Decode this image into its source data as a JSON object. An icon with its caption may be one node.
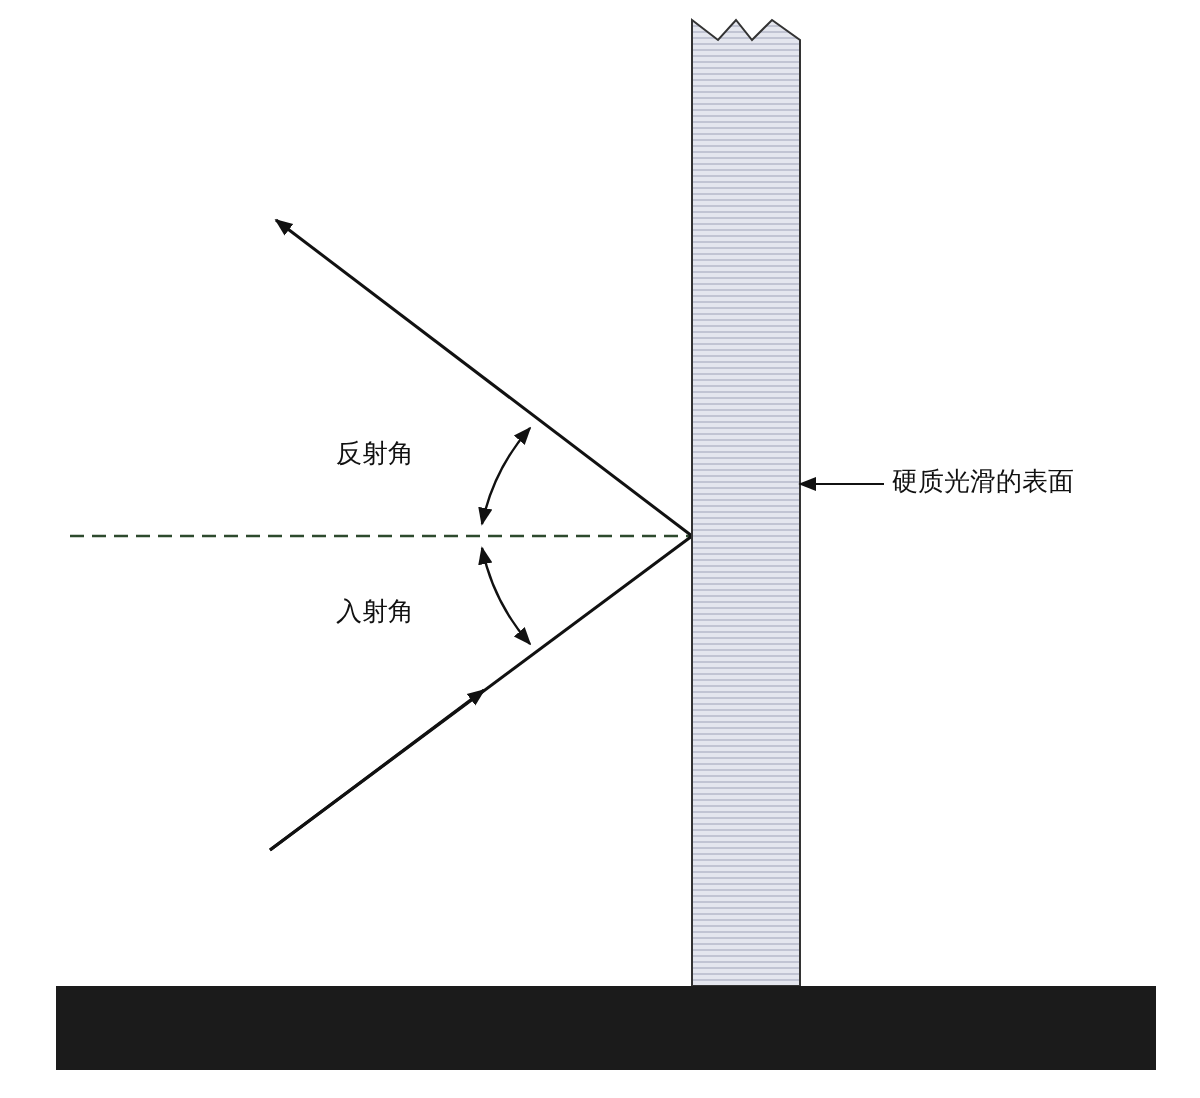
{
  "diagram": {
    "nodes": [
      {
        "text": [
          "硬质光滑的表面"
        ]
      },
      {
        "text": [],
        "shape": "bar"
      },
      {
        "text": [],
        "shape": "box"
      }
    ],
    "edges": [
      {
        "from": 0,
        "to": 1,
        "arrow": "to"
      }
    ],
    "labels": [
      "反射角",
      "入射角"
    ]
  }
}
